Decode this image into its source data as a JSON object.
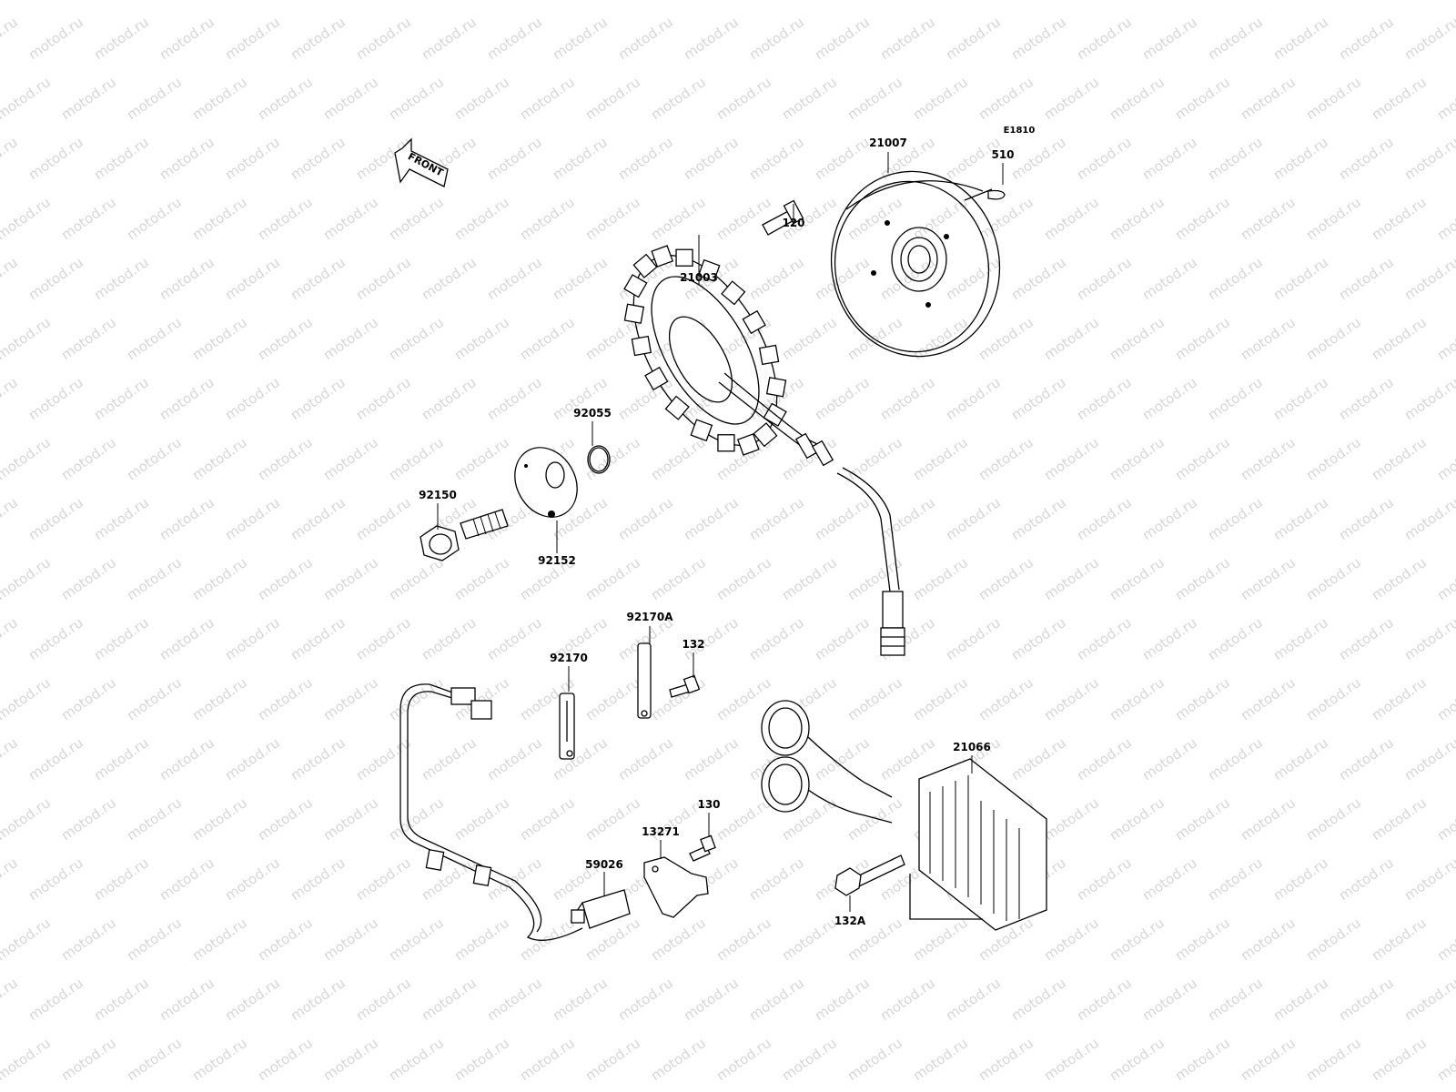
{
  "diagram_code": "E1810",
  "watermark": "motod.ru",
  "direction_arrow": {
    "text": "FRONT",
    "icon": "front-arrow-icon"
  },
  "labels": {
    "flywheel": "21007",
    "key": "510",
    "bolt_120": "120",
    "stator": "21003",
    "oring": "92055",
    "plate": "92152",
    "flange_bolt": "92150",
    "clamp_a": "92170A",
    "bolt_132": "132",
    "clamp": "92170",
    "regulator": "21066",
    "bolt_130": "130",
    "bracket": "13271",
    "pickup_coil": "59026",
    "bolt_132a": "132A"
  }
}
